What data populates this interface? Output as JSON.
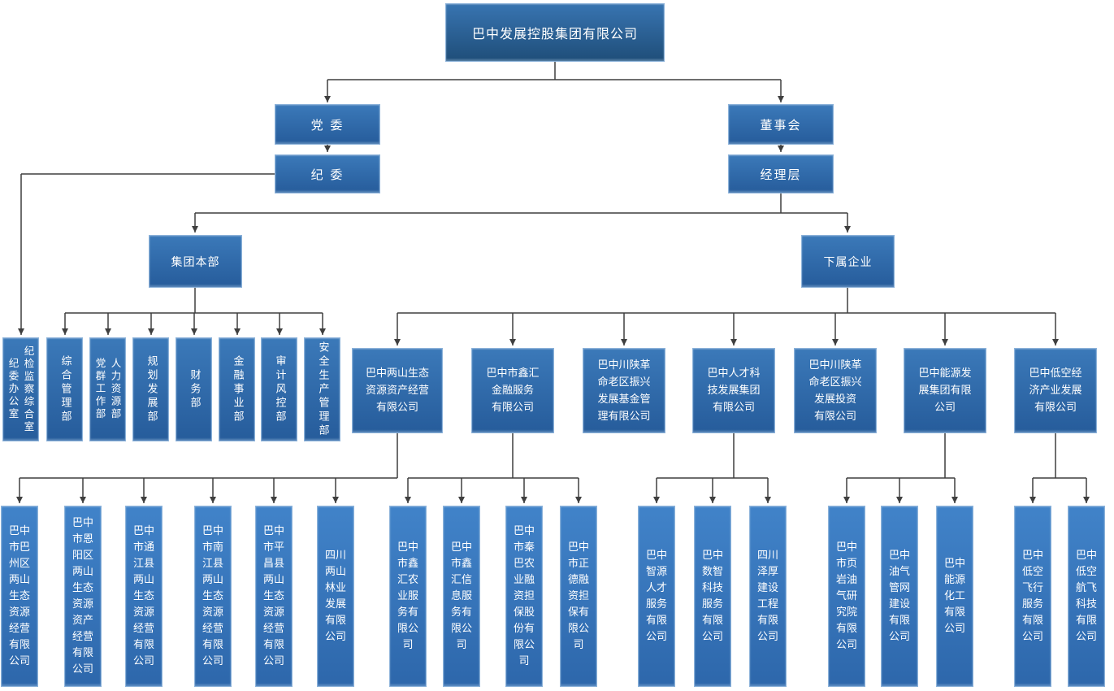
{
  "palette": {
    "node_blue_top": "#3b79b9",
    "node_blue_bottom": "#265c9b",
    "root_blue_top": "#3874b1",
    "root_blue_bottom": "#1f4e79",
    "child_blue_top": "#4183c9",
    "child_blue_bottom": "#2d67ab",
    "connector": "#3f3f3f",
    "text": "#ffffff",
    "background": "#ffffff"
  },
  "org": {
    "root": "巴中发展控股集团有限公司",
    "governance": {
      "party_committee": "党 委",
      "board_of_directors": "董事会",
      "discipline_committee": "纪 委",
      "management_team": "经理层"
    },
    "branches": {
      "headquarters": "集团本部",
      "subsidiaries": "下属企业"
    },
    "departments": [
      "纪检监察综合室\n纪委办公室",
      "综合管理部",
      "人力资源部\n党群工作部",
      "规划发展部",
      "财务部",
      "金融事业部",
      "审计风控部",
      "安全生产管理部"
    ],
    "companies": [
      "巴中两山生态\n资源资产经营\n有限公司",
      "巴中市鑫汇\n金融服务\n有限公司",
      "巴中川陕革\n命老区振兴\n发展基金管\n理有限公司",
      "巴中人才科\n技发展集团\n有限公司",
      "巴中川陕革\n命老区振兴\n发展投资\n有限公司",
      "巴中能源发\n展集团有限\n公司",
      "巴中低空经\n济产业发展\n有限公司"
    ],
    "subcompanies": [
      "巴中\n市巴\n州区\n两山\n生态\n资源\n经营\n有限\n公司",
      "巴中\n市恩\n阳区\n两山\n生态\n资源\n资产\n经营\n有限\n公司",
      "巴中\n市通\n江县\n两山\n生态\n资源\n经营\n有限\n公司",
      "巴中\n市南\n江县\n两山\n生态\n资源\n经营\n有限\n公司",
      "巴中\n市平\n昌县\n两山\n生态\n资源\n经营\n有限\n公司",
      "四川\n两山\n林业\n发展\n有限\n公司",
      "巴中\n市鑫\n汇农\n业服\n务有\n限公\n司",
      "巴中\n市鑫\n汇信\n息服\n务有\n限公\n司",
      "巴中\n市秦\n巴农\n业融\n资担\n保股\n份有\n限公\n司",
      "巴中\n市正\n德融\n资担\n保有\n限公\n司",
      "巴中\n智源\n人才\n服务\n有限\n公司",
      "巴中\n数智\n科技\n服务\n有限\n公司",
      "四川\n泽厚\n建设\n工程\n有限\n公司",
      "巴中\n市页\n岩油\n气研\n究院\n有限\n公司",
      "巴中\n油气\n管网\n建设\n有限\n公司",
      "巴中\n能源\n化工\n有限\n公司",
      "巴中\n低空\n飞行\n服务\n有限\n公司",
      "巴中\n低空\n航飞\n科技\n有限\n公司"
    ]
  }
}
